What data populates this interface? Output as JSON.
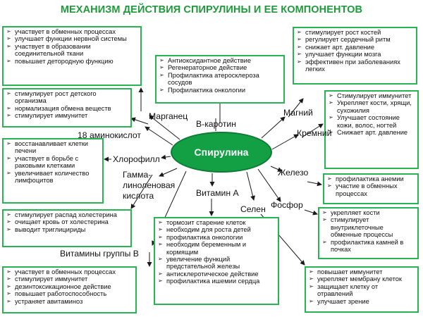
{
  "title": "МЕХАНИЗМ ДЕЙСТВИЯ СПИРУЛИНЫ И ЕЕ КОМПОНЕНТОВ",
  "center": "Спирулина",
  "labels": {
    "marganets": "Марганец",
    "b_karotin": "В-каротин",
    "magniy": "Магний",
    "kremniy": "Кремний",
    "aminokisloty": "18 аминокислот",
    "khlorofill": "Хлорофилл",
    "zhelezo": "Железо",
    "gamma1": "Гамма-",
    "gamma2": "линоленовая",
    "gamma3": "кислота",
    "vitamin_a": "Витамин А",
    "selen": "Селен",
    "fosfor": "Фосфор",
    "vitaminy_b": "Витамины группы В"
  },
  "boxes": {
    "marganets": [
      "участвует в обменных процессах",
      "улучшает функции нервной системы",
      "участвует в образовании соединительной ткани",
      "повышает детородную функцию"
    ],
    "b_karotin": [
      "Антиоксидантное действие",
      "Регенераторное действие",
      "Профилактика атеросклероза сосудов",
      "Профилактика онкологии"
    ],
    "magniy": [
      "стимулирует рост костей",
      "регулирует сердечный ритм",
      "снижает арт. давление",
      "улучшает функции мозга",
      "эффективен при заболеваниях легких"
    ],
    "aminokisloty": [
      "стимулирует рост детского организма",
      "нормализация обмена веществ",
      "стимулирует иммунитет"
    ],
    "kremniy": [
      "Стимулирует иммунитет",
      "Укрепляет кости, хрящи, сухожилия",
      "Улучшает состояние кожи, волос, ногтей",
      "Снижает арт. давление"
    ],
    "khlorofill": [
      "восстанавливает клетки печени",
      "участвует в борьбе с раковыми клетками",
      "увеличивает количество лимфоцитов"
    ],
    "zhelezo": [
      "профилактика анемии",
      "участие в обменных процессах"
    ],
    "gamma": [
      "стимулирует распад холестерина",
      "очищает кровь от холестерина",
      "выводит триглицириды"
    ],
    "fosfor": [
      "укрепляет кости",
      "стимулирует внутриклеточные обменные процессы",
      "профилактика камней в почках"
    ],
    "vitamin_a": [
      "тормозит старение клеток",
      "необходим для роста детей",
      "профилактика онкологии",
      "необходим беременным и кормящим",
      "увеличение функций предстательной железы",
      "антисклеротическое действие",
      "профилактика ишемии сердца"
    ],
    "vitaminy_b": [
      "участвует в обменных процессах",
      "стимулирует иммунитет",
      "дезинтоксикационное действие",
      "повышает работоспособность",
      "устраняет авитаминоз"
    ],
    "selen": [
      "повышает иммунитет",
      "укрепляет мембрану клеток",
      "защищает клетку от отравлений",
      "улучшает зрение"
    ]
  }
}
